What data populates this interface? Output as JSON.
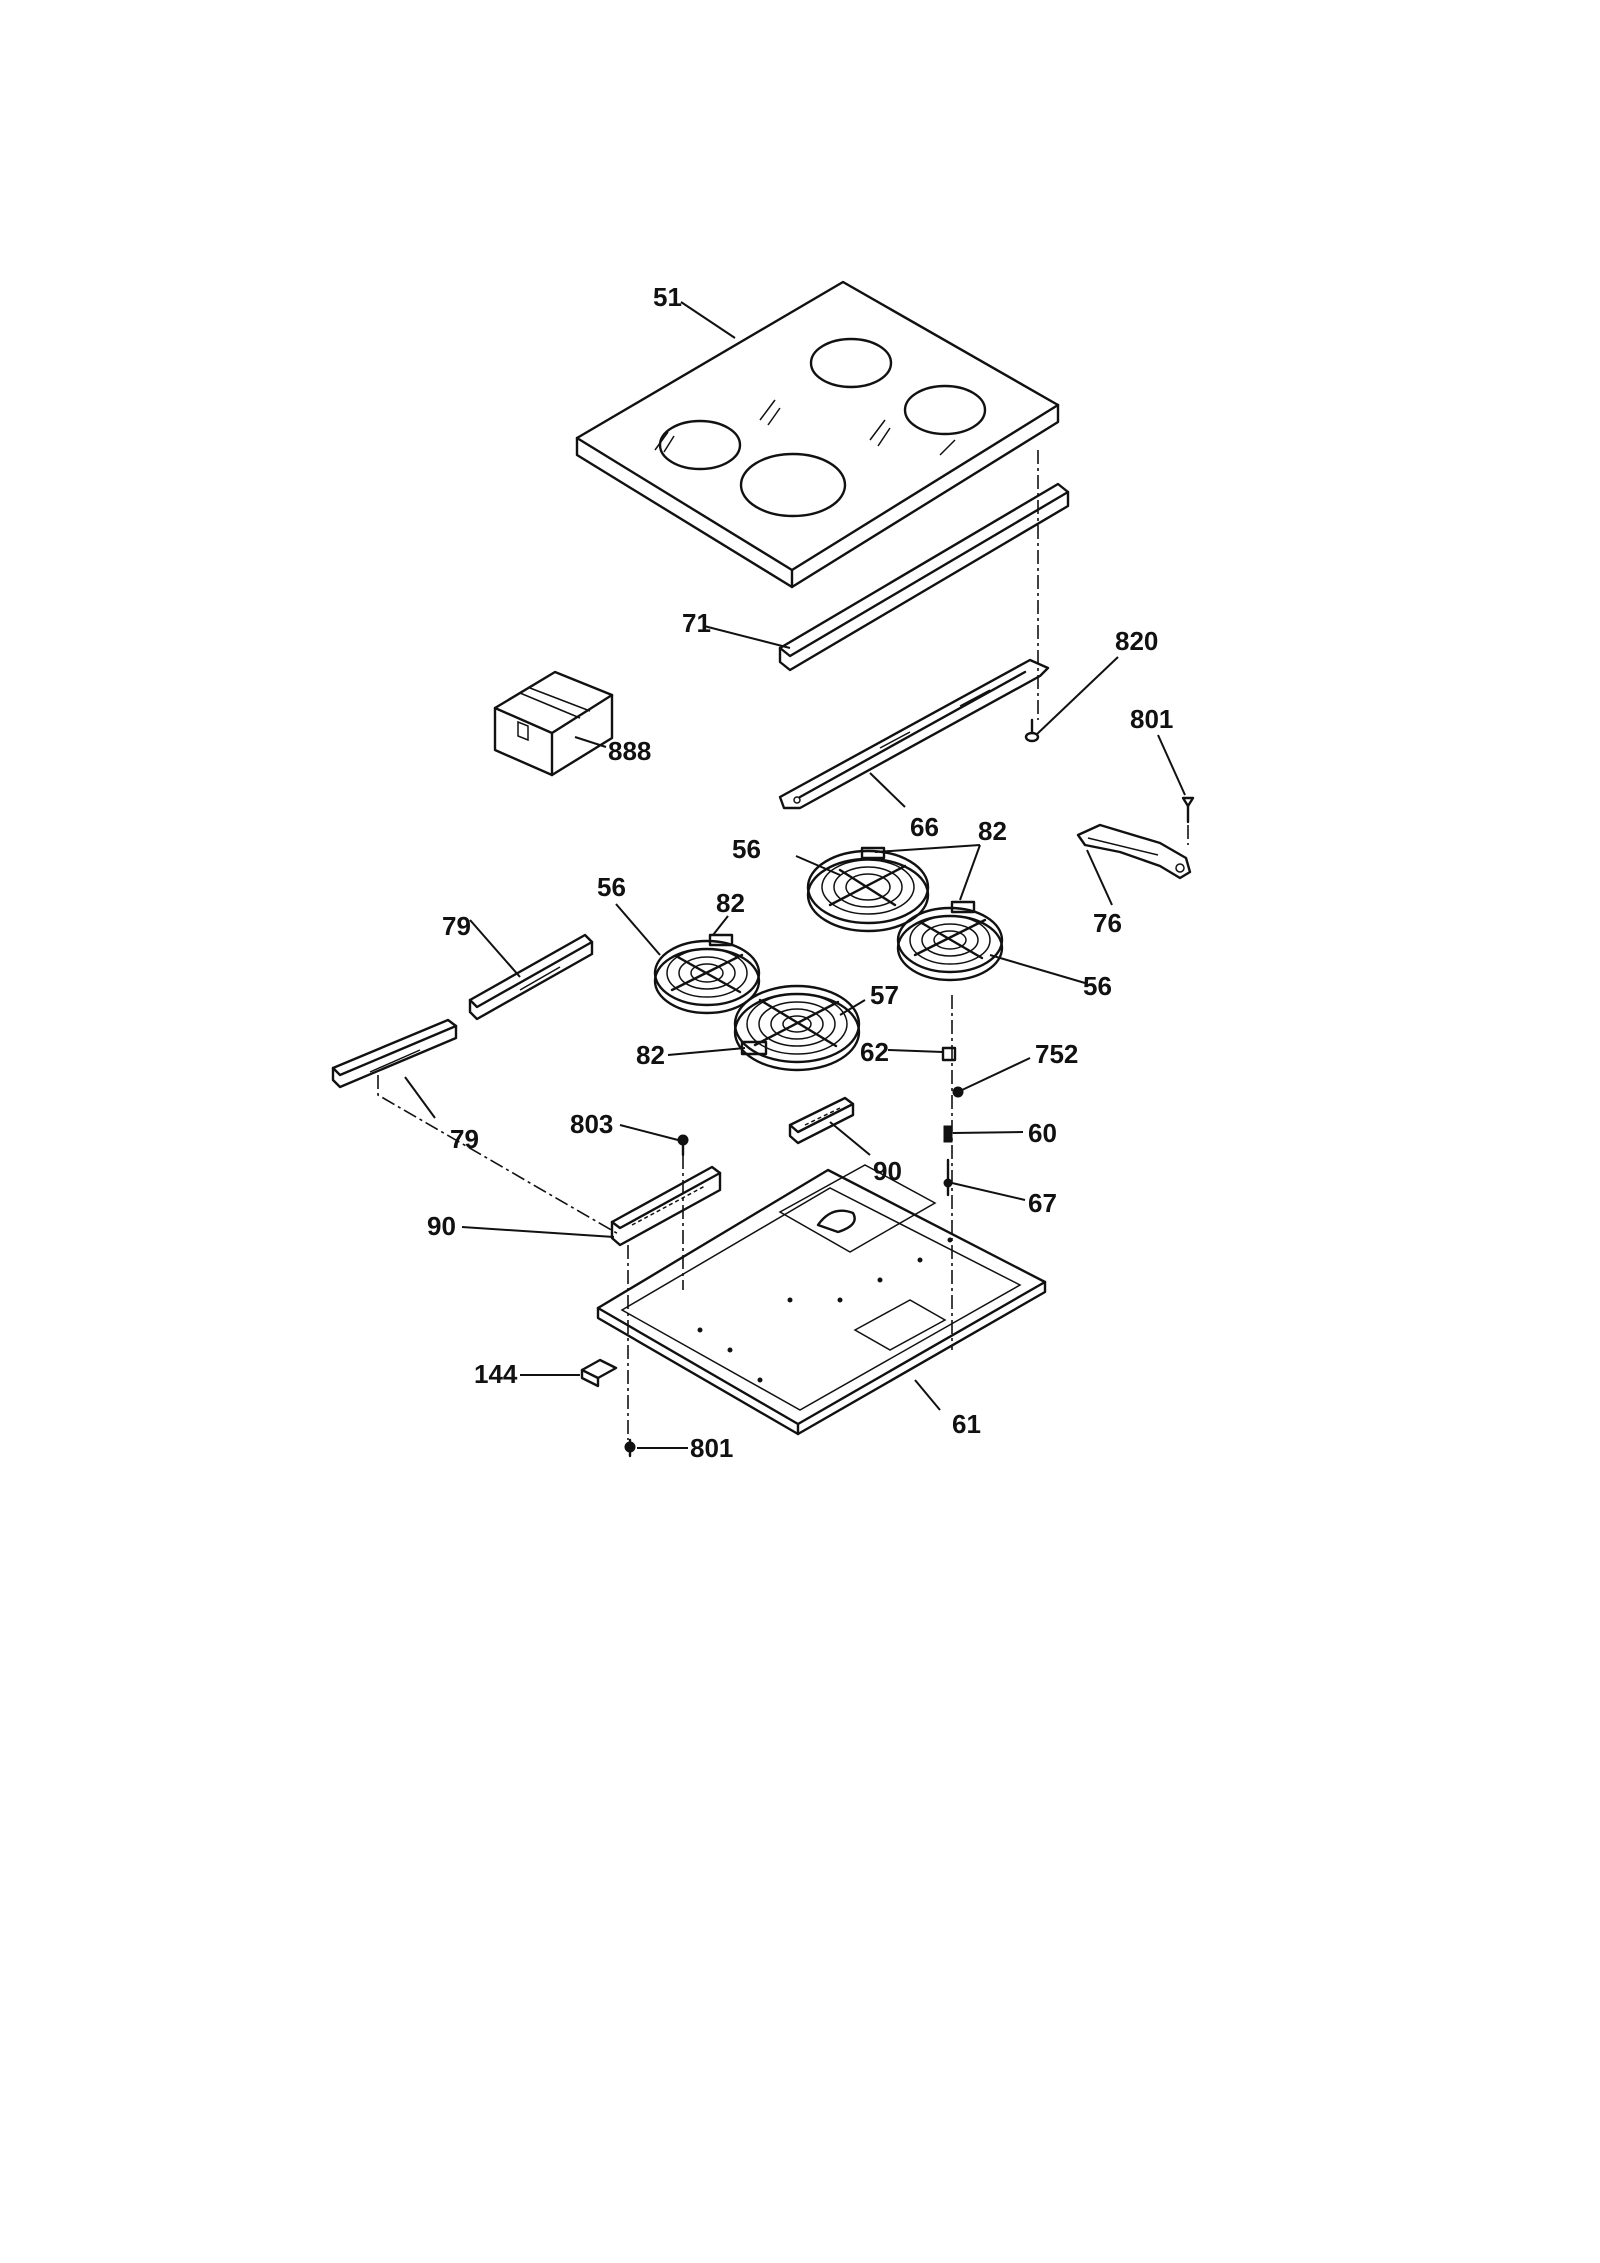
{
  "callouts": {
    "p51": "51",
    "p71": "71",
    "p820": "820",
    "p888": "888",
    "p801_top": "801",
    "p66": "66",
    "p56_top": "56",
    "p82_top": "82",
    "p76": "76",
    "p79_upper": "79",
    "p56_left": "56",
    "p82_left_top": "82",
    "p57": "57",
    "p56_right": "56",
    "p82_left_bottom": "82",
    "p62": "62",
    "p752": "752",
    "p79_lower": "79",
    "p803": "803",
    "p90_right": "90",
    "p60": "60",
    "p67": "67",
    "p90_left": "90",
    "p144": "144",
    "p61": "61",
    "p801_bottom": "801"
  }
}
